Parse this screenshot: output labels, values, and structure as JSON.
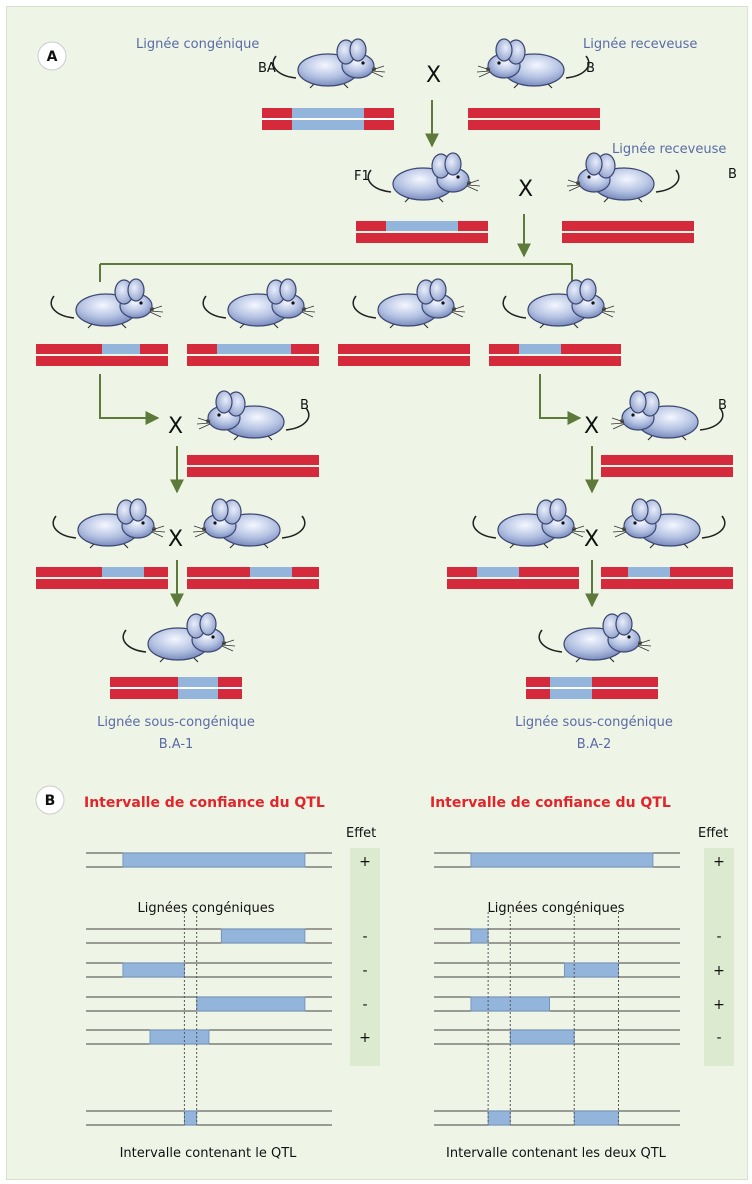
{
  "panel_a": {
    "badge": "A",
    "donor_label": "Lignée congénique",
    "donor_code": "BA",
    "recipient_label": "Lignée receveuse",
    "recipient_code": "B",
    "f1_label": "F1",
    "recipient_label_2": "Lignée receveuse",
    "recipient_code_2": "B",
    "backcross_code_left": "B",
    "backcross_code_right": "B",
    "cross_symbol": "X",
    "subcongenic_1_label": "Lignée sous-congénique",
    "subcongenic_1_code": "B.A-1",
    "subcongenic_2_label": "Lignée sous-congénique",
    "subcongenic_2_code": "B.A-2"
  },
  "panel_b": {
    "badge": "B",
    "left": {
      "title": "Intervalle de confiance du QTL",
      "effect_header": "Effet",
      "qtl_effect": "+",
      "congenic_label": "Lignées congéniques",
      "lines": [
        {
          "effect": "-",
          "start": 0.55,
          "end": 0.89
        },
        {
          "effect": "-",
          "start": 0.15,
          "end": 0.4
        },
        {
          "effect": "-",
          "start": 0.45,
          "end": 0.89
        },
        {
          "effect": "+",
          "start": 0.26,
          "end": 0.5
        }
      ],
      "confidence_interval": {
        "start": 0.15,
        "end": 0.89
      },
      "result_interval": {
        "start": 0.4,
        "end": 0.45
      },
      "result_label": "Intervalle contenant le QTL"
    },
    "right": {
      "title": "Intervalle de confiance du QTL",
      "effect_header": "Effet",
      "qtl_effect": "+",
      "congenic_label": "Lignées congéniques",
      "lines": [
        {
          "effect": "-",
          "start": 0.15,
          "end": 0.22
        },
        {
          "effect": "+",
          "start": 0.53,
          "end": 0.75
        },
        {
          "effect": "+",
          "start": 0.15,
          "end": 0.47
        },
        {
          "effect": "-",
          "start": 0.31,
          "end": 0.57
        }
      ],
      "confidence_interval": {
        "start": 0.15,
        "end": 0.89
      },
      "result_intervals": [
        {
          "start": 0.22,
          "end": 0.31
        },
        {
          "start": 0.57,
          "end": 0.75
        }
      ],
      "result_label": "Intervalle contenant les deux QTL"
    }
  },
  "colors": {
    "background": "#eef5e6",
    "chromosome_red": "#d42a3b",
    "segment_blue": "#93b5dc",
    "arrow_green": "#5d7a3a",
    "title_red": "#e2242b",
    "label_blue": "#5b6aa6"
  }
}
